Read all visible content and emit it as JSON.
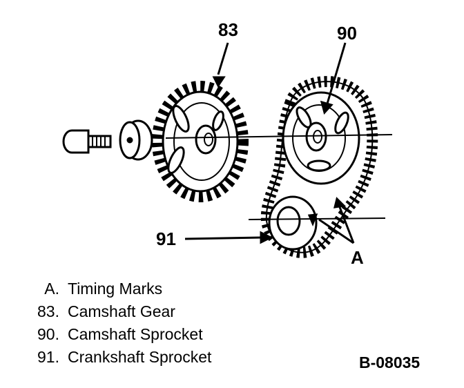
{
  "callouts": {
    "camshaft_gear": "83",
    "camshaft_sprocket": "90",
    "crankshaft_sprocket": "91",
    "timing_marks": "A"
  },
  "legend": [
    {
      "key": "A.",
      "label": "Timing Marks"
    },
    {
      "key": "83.",
      "label": "Camshaft Gear"
    },
    {
      "key": "90.",
      "label": "Camshaft Sprocket"
    },
    {
      "key": "91.",
      "label": "Crankshaft Sprocket"
    }
  ],
  "figure_id": "B-08035"
}
